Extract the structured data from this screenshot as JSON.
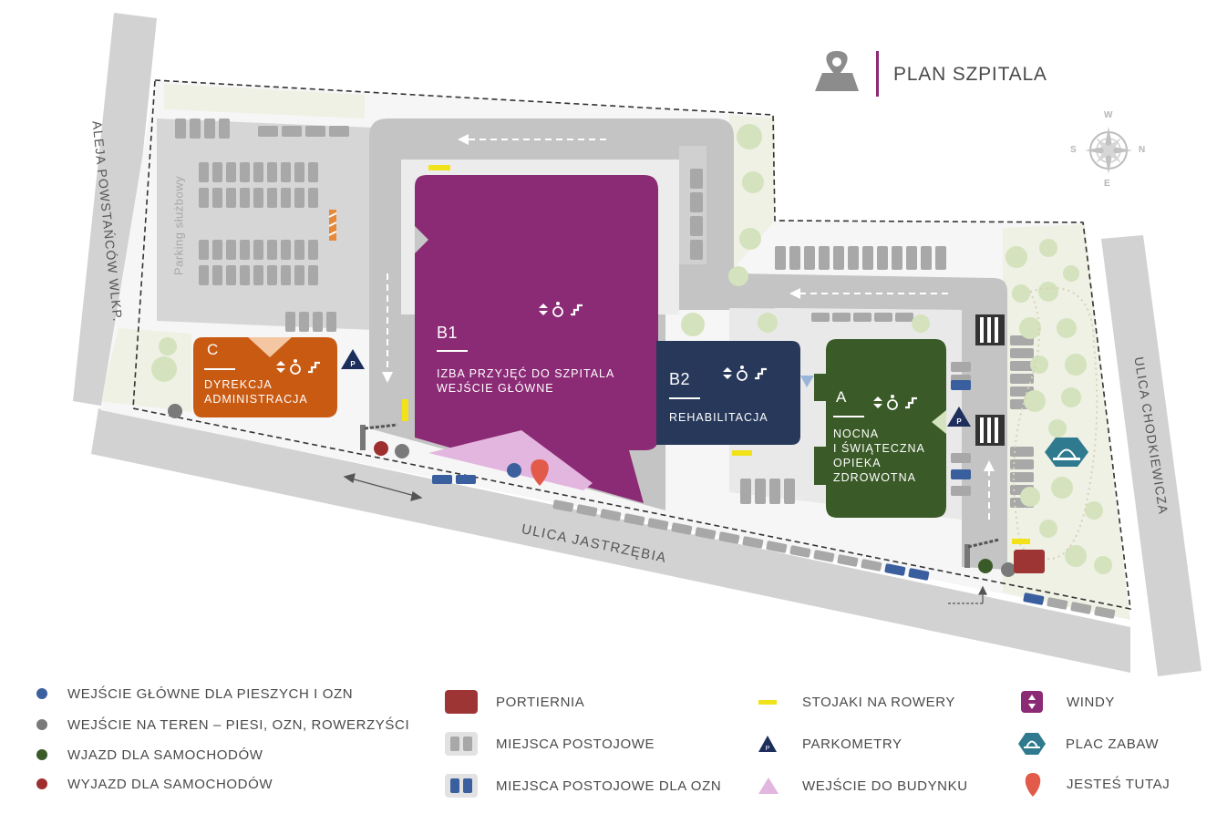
{
  "header": {
    "title": "PLAN SZPITALA"
  },
  "streets": {
    "aleja": "ALEJA POWSTAŃCÓW WLKP.",
    "jastrzebia": "ULICA JASTRZĘBIA",
    "chodkiewicza": "ULICA CHODKIEWICZA"
  },
  "parking_staff_label": "Parking służbowy",
  "compass": {
    "n": "N",
    "s": "S",
    "e": "E",
    "w": "W"
  },
  "buildings": {
    "b1": {
      "code": "B1",
      "line1": "IZBA PRZYJĘĆ DO SZPITALA",
      "line2": "WEJŚCIE GŁÓWNE",
      "color": "#8b2a75"
    },
    "b2": {
      "code": "B2",
      "line1": "REHABILITACJA",
      "color": "#27385a"
    },
    "a": {
      "code": "A",
      "line1": "NOCNA",
      "line2": "I ŚWIĄTECZNA",
      "line3": "OPIEKA",
      "line4": "ZDROWOTNA",
      "color": "#3a5a27"
    },
    "c": {
      "code": "C",
      "line1": "DYREKCJA",
      "line2": "ADMINISTRACJA",
      "color": "#c95a12"
    }
  },
  "legend": {
    "col1": [
      {
        "label": "WEJŚCIE GŁÓWNE DLA PIESZYCH I OZN",
        "color": "#3c5f9e"
      },
      {
        "label": "WEJŚCIE NA TEREN – PIESI, OZN, ROWERZYŚCI",
        "color": "#7a7a7a"
      },
      {
        "label": "WJAZD DLA SAMOCHODÓW",
        "color": "#3a5a27"
      },
      {
        "label": "WYJAZD DLA SAMOCHODÓW",
        "color": "#9e2f2f"
      }
    ],
    "col2": [
      {
        "label": "PORTIERNIA",
        "icon": "portiernia-icon"
      },
      {
        "label": "MIEJSCA POSTOJOWE",
        "icon": "parking-space-icon"
      },
      {
        "label": "MIEJSCA POSTOJOWE DLA OZN",
        "icon": "disabled-parking-icon"
      }
    ],
    "col3": [
      {
        "label": "STOJAKI NA ROWERY",
        "icon": "bike-rack-icon"
      },
      {
        "label": "PARKOMETRY",
        "icon": "parking-meter-icon"
      },
      {
        "label": "WEJŚCIE DO BUDYNKU",
        "icon": "building-entrance-icon"
      }
    ],
    "col4": [
      {
        "label": "WINDY",
        "icon": "elevator-icon"
      },
      {
        "label": "PLAC ZABAW",
        "icon": "playground-icon"
      },
      {
        "label": "JESTEŚ TUTAJ",
        "icon": "you-are-here-icon"
      }
    ]
  },
  "colors": {
    "street": "#d2d2d2",
    "road": "#bdbdbd",
    "lot": "#ededed",
    "park": "#eef1e4",
    "tree": "#d4e2bd",
    "parking": "#a8a8a8",
    "ozn_parking": "#3a5f9e",
    "portiernia": "#9e3535",
    "bike": "#f2e21a",
    "entrance": "#e2b6de",
    "here": "#e25a4a"
  }
}
